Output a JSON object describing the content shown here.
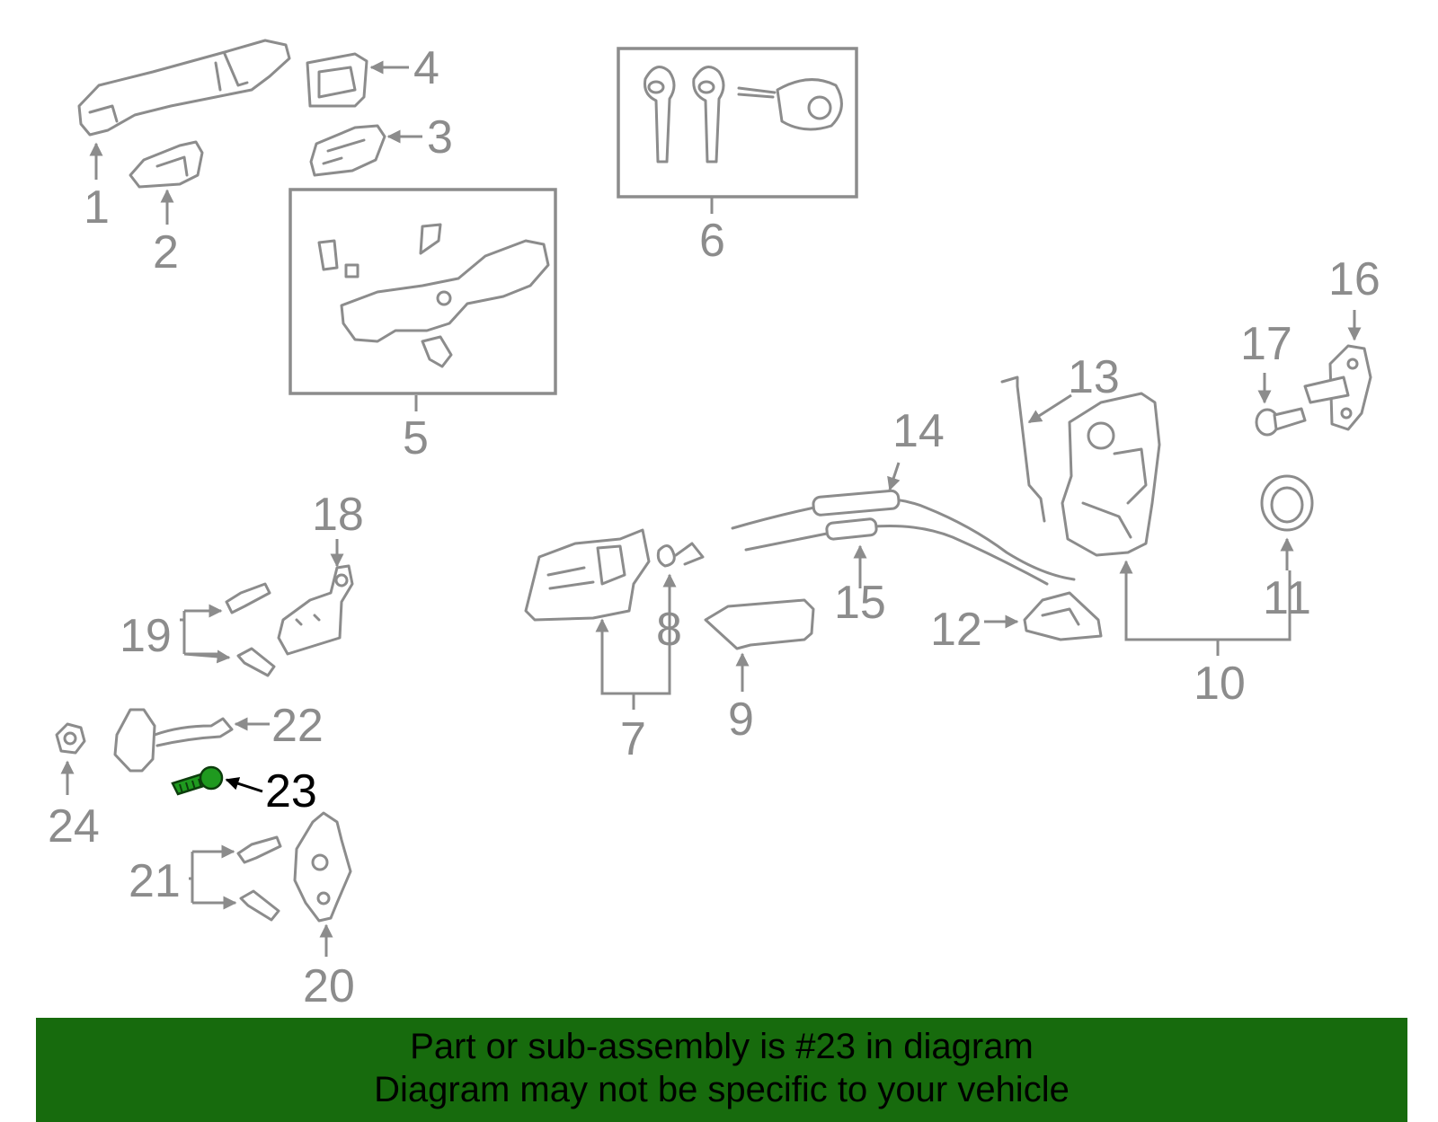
{
  "diagram": {
    "callouts": [
      "1",
      "2",
      "3",
      "4",
      "5",
      "6",
      "7",
      "8",
      "9",
      "10",
      "11",
      "12",
      "13",
      "14",
      "15",
      "16",
      "17",
      "18",
      "19",
      "20",
      "21",
      "22",
      "23",
      "24"
    ],
    "highlighted_callout": "23",
    "colors": {
      "line_art": "#8c8c8c",
      "highlight_part": "#1f9a1f",
      "highlight_label": "#000000",
      "banner_background": "#176b0d"
    }
  },
  "banner": {
    "line1": "Part or sub-assembly is #23 in diagram",
    "line2": "Diagram may not be specific to your vehicle"
  }
}
